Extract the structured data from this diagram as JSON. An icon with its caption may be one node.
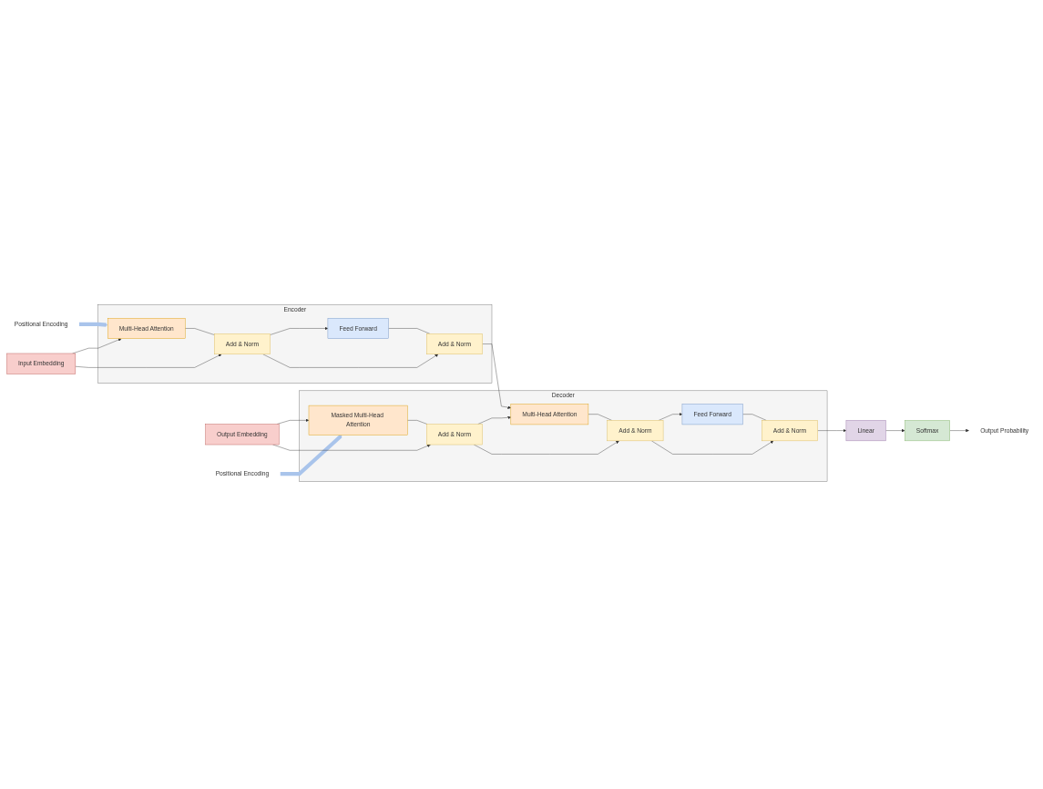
{
  "diagram": {
    "nodes": [
      {
        "text": [
          "Positional Encoding"
        ]
      },
      {
        "text": [
          "Encoder"
        ]
      },
      {
        "text": [
          "Multi-Head Attention"
        ],
        "in": 1
      },
      {
        "text": [
          "Add & Norm"
        ],
        "in": 1
      },
      {
        "text": [
          "Feed Forward"
        ],
        "in": 1
      },
      {
        "text": [
          "Add & Norm"
        ],
        "in": 1
      },
      {
        "text": [
          "Input Embedding"
        ]
      },
      {
        "text": [
          "Decoder"
        ]
      },
      {
        "text": [
          "Masked Multi-Head Attention"
        ],
        "in": 7
      },
      {
        "text": [
          "Add & Norm"
        ],
        "in": 7
      },
      {
        "text": [
          "Multi-Head Attention"
        ],
        "in": 7
      },
      {
        "text": [
          "Add & Norm"
        ],
        "in": 7
      },
      {
        "text": [
          "Feed Forward"
        ],
        "in": 7
      },
      {
        "text": [
          "Add & Norm"
        ],
        "in": 7
      },
      {
        "text": [
          "Output Embedding"
        ]
      },
      {
        "text": [
          "Positional Encoding"
        ]
      },
      {
        "text": [
          "Linear"
        ]
      },
      {
        "text": [
          "Softmax"
        ]
      },
      {
        "text": [
          "Output Probability"
        ]
      }
    ],
    "edges": [
      {
        "from": 0,
        "to": 2,
        "arrow": "to",
        "style": "thick",
        "color": "#a9c4eb"
      },
      {
        "from": 6,
        "to": 2,
        "arrow": "to"
      },
      {
        "from": 6,
        "to": 3,
        "arrow": "to"
      },
      {
        "from": 2,
        "to": 3,
        "arrow": "none"
      },
      {
        "from": 3,
        "to": 4,
        "arrow": "to"
      },
      {
        "from": 3,
        "to": 5,
        "arrow": "to"
      },
      {
        "from": 4,
        "to": 5,
        "arrow": "none"
      },
      {
        "from": 5,
        "to": 10,
        "arrow": "to"
      },
      {
        "from": 15,
        "to": 8,
        "arrow": "to",
        "style": "thick",
        "color": "#a9c4eb"
      },
      {
        "from": 14,
        "to": 8,
        "arrow": "to"
      },
      {
        "from": 14,
        "to": 9,
        "arrow": "to"
      },
      {
        "from": 8,
        "to": 9,
        "arrow": "none"
      },
      {
        "from": 9,
        "to": 10,
        "arrow": "to"
      },
      {
        "from": 9,
        "to": 11,
        "arrow": "to"
      },
      {
        "from": 10,
        "to": 11,
        "arrow": "none"
      },
      {
        "from": 11,
        "to": 12,
        "arrow": "to"
      },
      {
        "from": 11,
        "to": 13,
        "arrow": "to"
      },
      {
        "from": 12,
        "to": 13,
        "arrow": "none"
      },
      {
        "from": 13,
        "to": 16,
        "arrow": "to"
      },
      {
        "from": 16,
        "to": 17,
        "arrow": "to"
      },
      {
        "from": 17,
        "to": 18,
        "arrow": "to"
      }
    ]
  }
}
